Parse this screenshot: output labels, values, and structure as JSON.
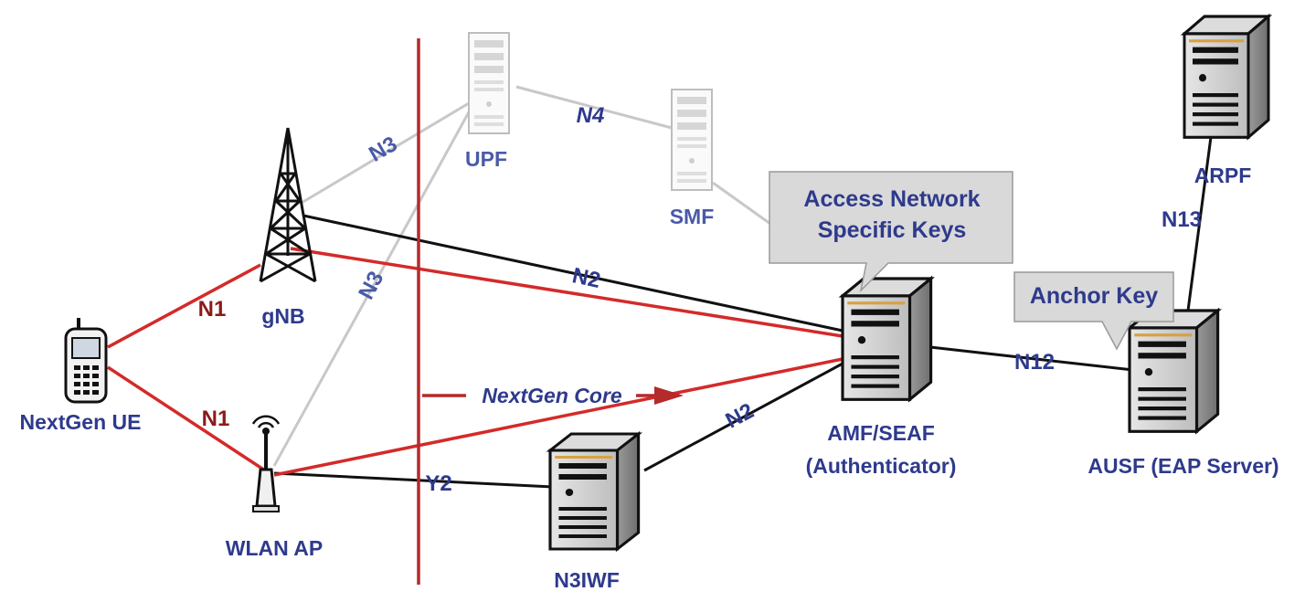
{
  "nodes": {
    "ue": "NextGen UE",
    "gnb": "gNB",
    "wlan": "WLAN AP",
    "upf": "UPF",
    "smf": "SMF",
    "n3iwf": "N3IWF",
    "amf_line1": "AMF/SEAF",
    "amf_line2": "(Authenticator)",
    "ausf": "AUSF (EAP Server)",
    "arpf": "ARPF"
  },
  "links": {
    "n1_gnb": "N1",
    "n1_wlan": "N1",
    "n3_gnb": "N3",
    "n3_wlan": "N3",
    "n4": "N4",
    "n2_gnb": "N2",
    "n2_n3iwf": "N2",
    "y2": "Y2",
    "n12": "N12",
    "n13": "N13"
  },
  "core_label": "NextGen Core",
  "callouts": {
    "access_line1": "Access Network",
    "access_line2": "Specific Keys",
    "anchor": "Anchor Key"
  },
  "colors": {
    "label_blue": "#2e3a8c",
    "red_line": "#d42a2a",
    "core_divider": "#b52a2a",
    "gray_line": "#c8c8c8",
    "callout_fill": "#d9d9d9"
  }
}
